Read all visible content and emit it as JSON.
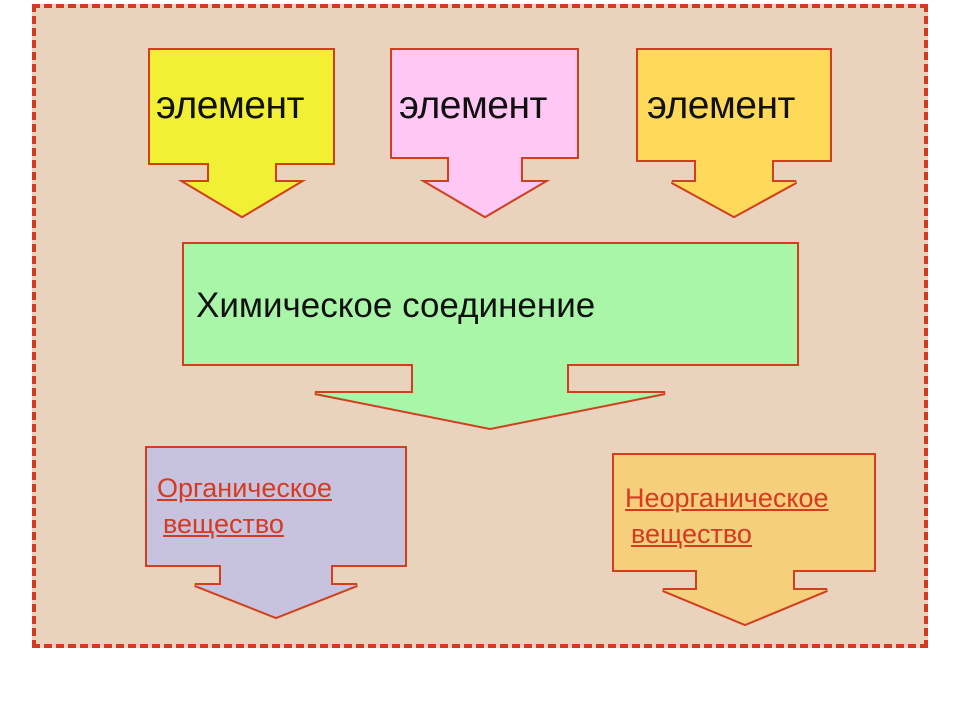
{
  "elements": [
    {
      "label": "элемент",
      "color": "#f2f035"
    },
    {
      "label": "элемент",
      "color": "#ffc8f4"
    },
    {
      "label": "элемент",
      "color": "#fed95a"
    }
  ],
  "compound": {
    "label": "Химическое соединение",
    "color": "#a9f6a9"
  },
  "outcomes": [
    {
      "line1": "Органическое",
      "line2": "вещество",
      "color": "#c7c3de",
      "text_color": "#d53a22"
    },
    {
      "line1": "Неорганическое",
      "line2": "вещество",
      "color": "#f6cf7d",
      "text_color": "#d53a22"
    }
  ],
  "frame": {
    "background": "#e9d3bd",
    "border_color": "#d43a24",
    "outline_color": "#d0401e"
  }
}
